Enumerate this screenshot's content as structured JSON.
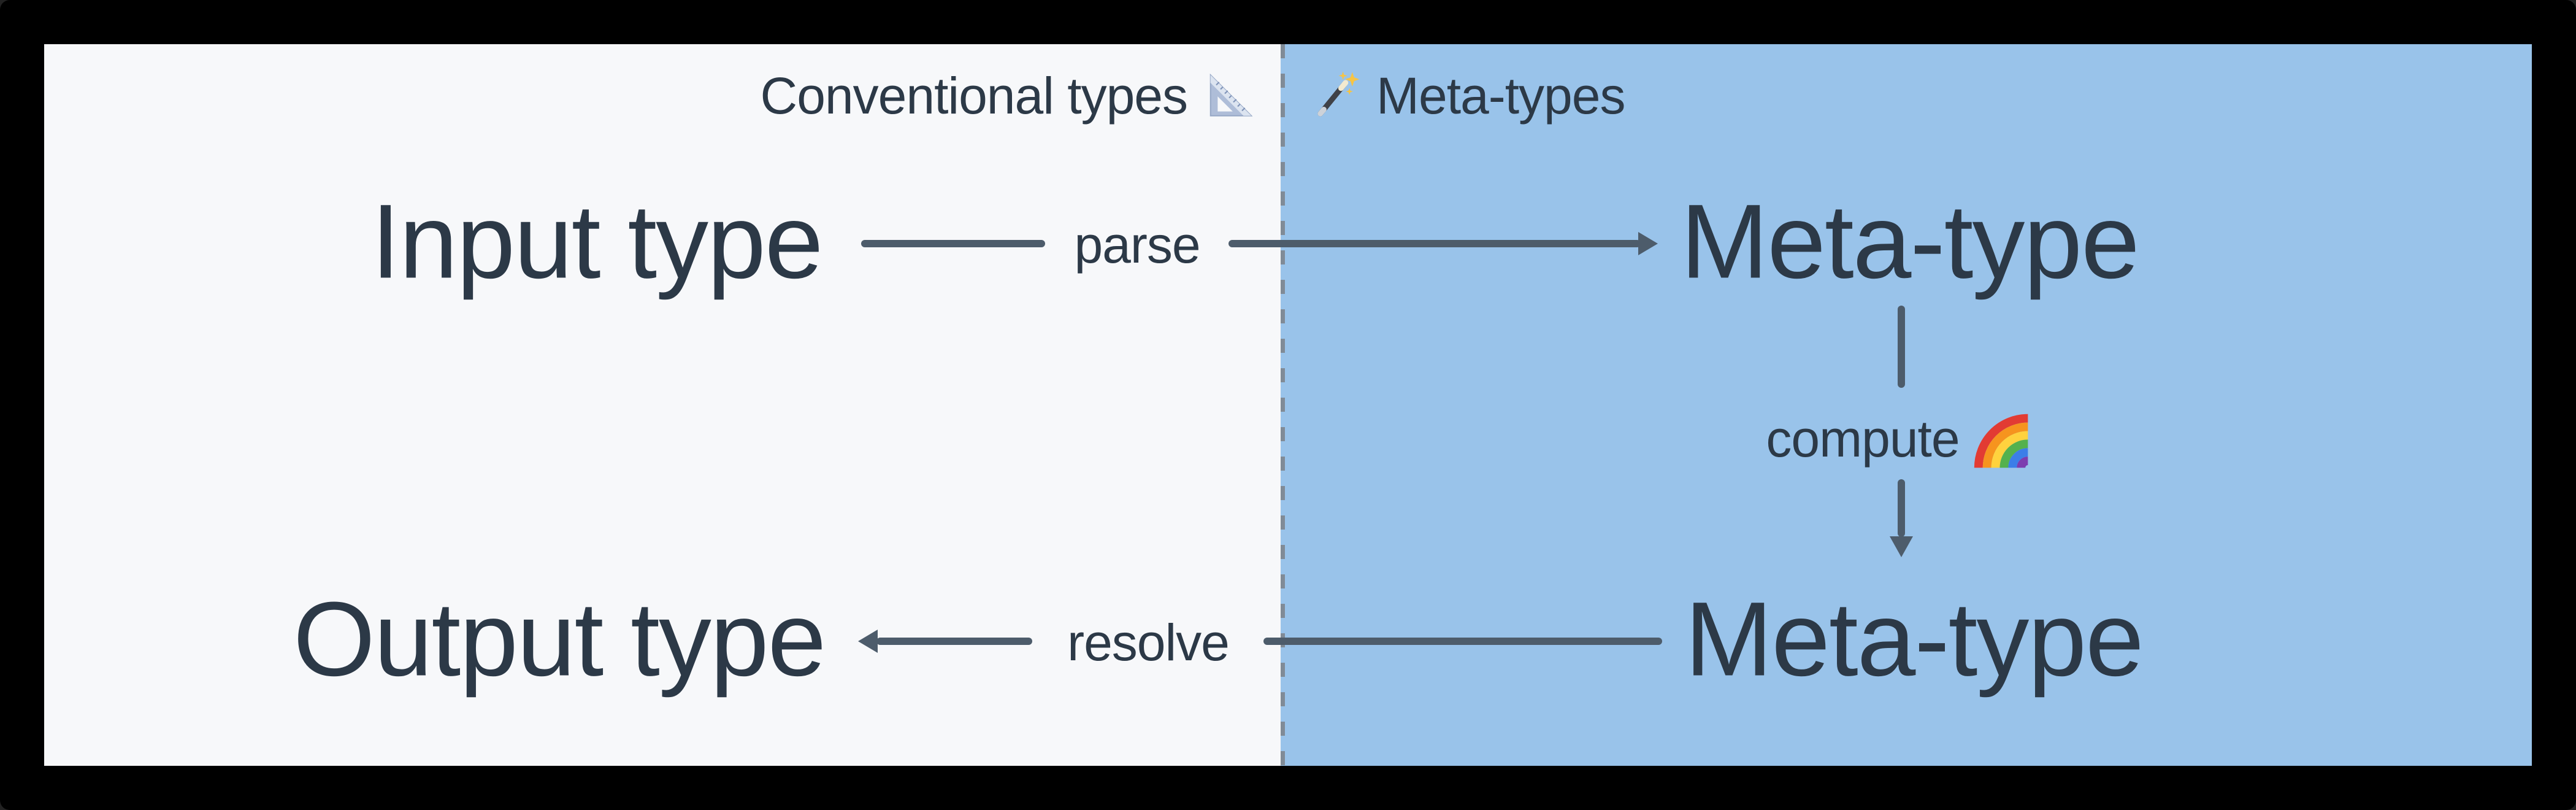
{
  "panels": {
    "left": {
      "label": "Conventional types",
      "icon": "triangular-ruler",
      "bg": "#f7f8fa"
    },
    "right": {
      "label": "Meta-types",
      "icon": "magic-wand",
      "bg": "#99c3ea"
    }
  },
  "nodes": {
    "input_type": "Input type",
    "meta_type_top": "Meta-type",
    "meta_type_bottom": "Meta-type",
    "output_type": "Output type"
  },
  "edges": {
    "parse": {
      "label": "parse",
      "from": "input_type",
      "to": "meta_type_top",
      "direction": "right"
    },
    "compute": {
      "label": "compute",
      "from": "meta_type_top",
      "to": "meta_type_bottom",
      "direction": "down",
      "icon": "rainbow"
    },
    "resolve": {
      "label": "resolve",
      "from": "meta_type_bottom",
      "to": "output_type",
      "direction": "left"
    }
  },
  "colors": {
    "frame": "#000000",
    "panel_left_bg": "#f7f8fa",
    "panel_right_bg": "#99c3ea",
    "text": "#2c3947",
    "arrow": "#4d5c6b",
    "divider_dash": "#808b97"
  }
}
